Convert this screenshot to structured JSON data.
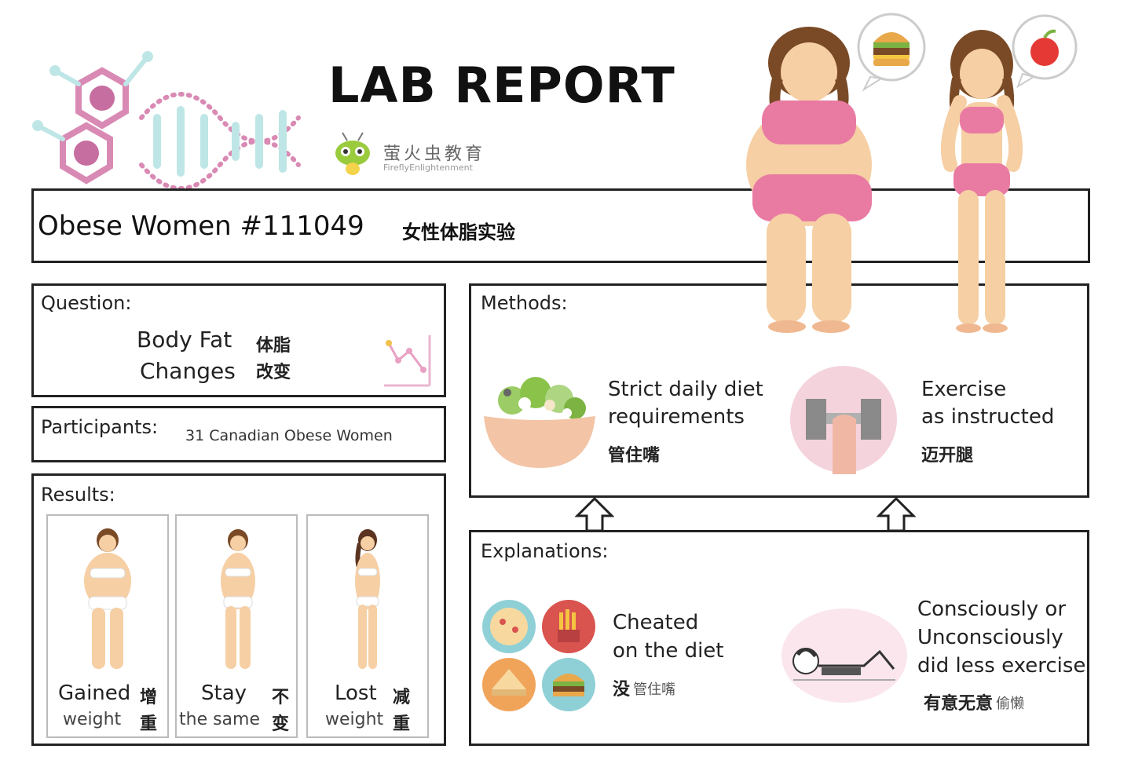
{
  "header": {
    "title": "LAB REPORT",
    "logo_cn": "萤火虫教育",
    "logo_en": "FireflyEnlightenment"
  },
  "experiment": {
    "title": "Obese Women #111049",
    "title_cn": "女性体脂实验"
  },
  "question": {
    "label": "Question:",
    "line1": "Body Fat",
    "line1_cn": "体脂",
    "line2": "Changes",
    "line2_cn": "改变"
  },
  "participants": {
    "label": "Participants:",
    "value": "31 Canadian Obese Women"
  },
  "results": {
    "label": "Results:",
    "cards": [
      {
        "line1": "Gained",
        "cn1": "增",
        "line2": "weight",
        "cn2": "重"
      },
      {
        "line1": "Stay",
        "cn1": "不",
        "line2": "the same",
        "cn2": "变"
      },
      {
        "line1": "Lost",
        "cn1": "减",
        "line2": "weight",
        "cn2": "重"
      }
    ]
  },
  "methods": {
    "label": "Methods:",
    "diet_line1": "Strict daily diet",
    "diet_line2": "requirements",
    "diet_cn": "管住嘴",
    "exercise_line1": "Exercise",
    "exercise_line2": "as instructed",
    "exercise_cn": "迈开腿"
  },
  "explanations": {
    "label": "Explanations:",
    "cheat_line1": "Cheated",
    "cheat_line2": "on the diet",
    "cheat_cn_a": "没",
    "cheat_cn_b": "管住嘴",
    "less_line1": "Consciously or",
    "less_line2": "Unconsciously",
    "less_line3": "did less exercise",
    "less_cn_a": "有意无意",
    "less_cn_b": "偷懒"
  },
  "colors": {
    "pink": "#e97ba3",
    "skin": "#f6cfa4",
    "hair": "#7a4a26",
    "dna_pink": "#d98ab4",
    "dna_teal": "#bfe6e6",
    "salad_bowl": "#f3c4a6",
    "exercise_circle": "#f4d3dc"
  },
  "icons": {
    "burger_bubble": "burger-icon",
    "apple_bubble": "apple-icon",
    "logo": "firefly-icon",
    "molecule": "molecule-icon"
  }
}
